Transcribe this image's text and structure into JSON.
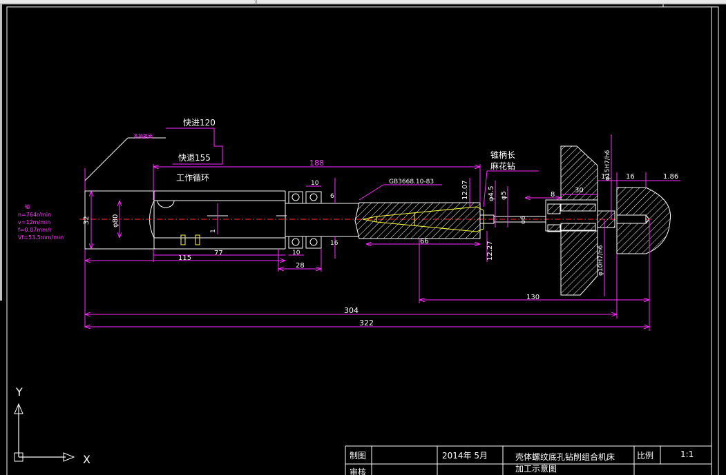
{
  "window": {
    "top_strip_char": "))"
  },
  "drawing": {
    "labels": {
      "fast_forward": "快进120",
      "fast_back": "快退155",
      "work_cycle": "工作循环",
      "multi_axle": "多轴箱面",
      "standard": "GB3668.10-83",
      "taper_shank": "锥柄长",
      "twist_drill": "麻花钻",
      "spindle": "轴",
      "params": [
        "n=764r/min",
        "v=12m/min",
        "f=0.07mm/r",
        "Vf=53.5mm/min"
      ]
    },
    "dims": {
      "d188": "188",
      "d10a": "10",
      "d6a": "6",
      "d12_07": "12.07",
      "d4_5": "φ4.5",
      "d5": "φ5",
      "d8": "8",
      "d30": "30",
      "d12b": "12",
      "d16": "16",
      "d186": "1.86",
      "d15": "φ15H7/h6",
      "d32": "32",
      "d80": "φ80",
      "d1": "1",
      "d16b": "16",
      "d66": "66",
      "d12_27": "12.27",
      "d6b": "φ6",
      "d10h7": "φ10H7/h6",
      "d115": "115",
      "d77": "77",
      "d10b": "10",
      "d28": "28",
      "d130": "130",
      "d304": "304",
      "d322": "322"
    }
  },
  "ucs": {
    "y_label": "Y",
    "x_label": "X"
  },
  "title_block": {
    "drawn_label": "制图",
    "review_label": "审核",
    "date": "2014年  5月",
    "title_line1": "壳体螺纹底孔钻削组合机床",
    "title_line2": "加工示意图",
    "scale_label": "比例",
    "scale_value": "1:1"
  }
}
